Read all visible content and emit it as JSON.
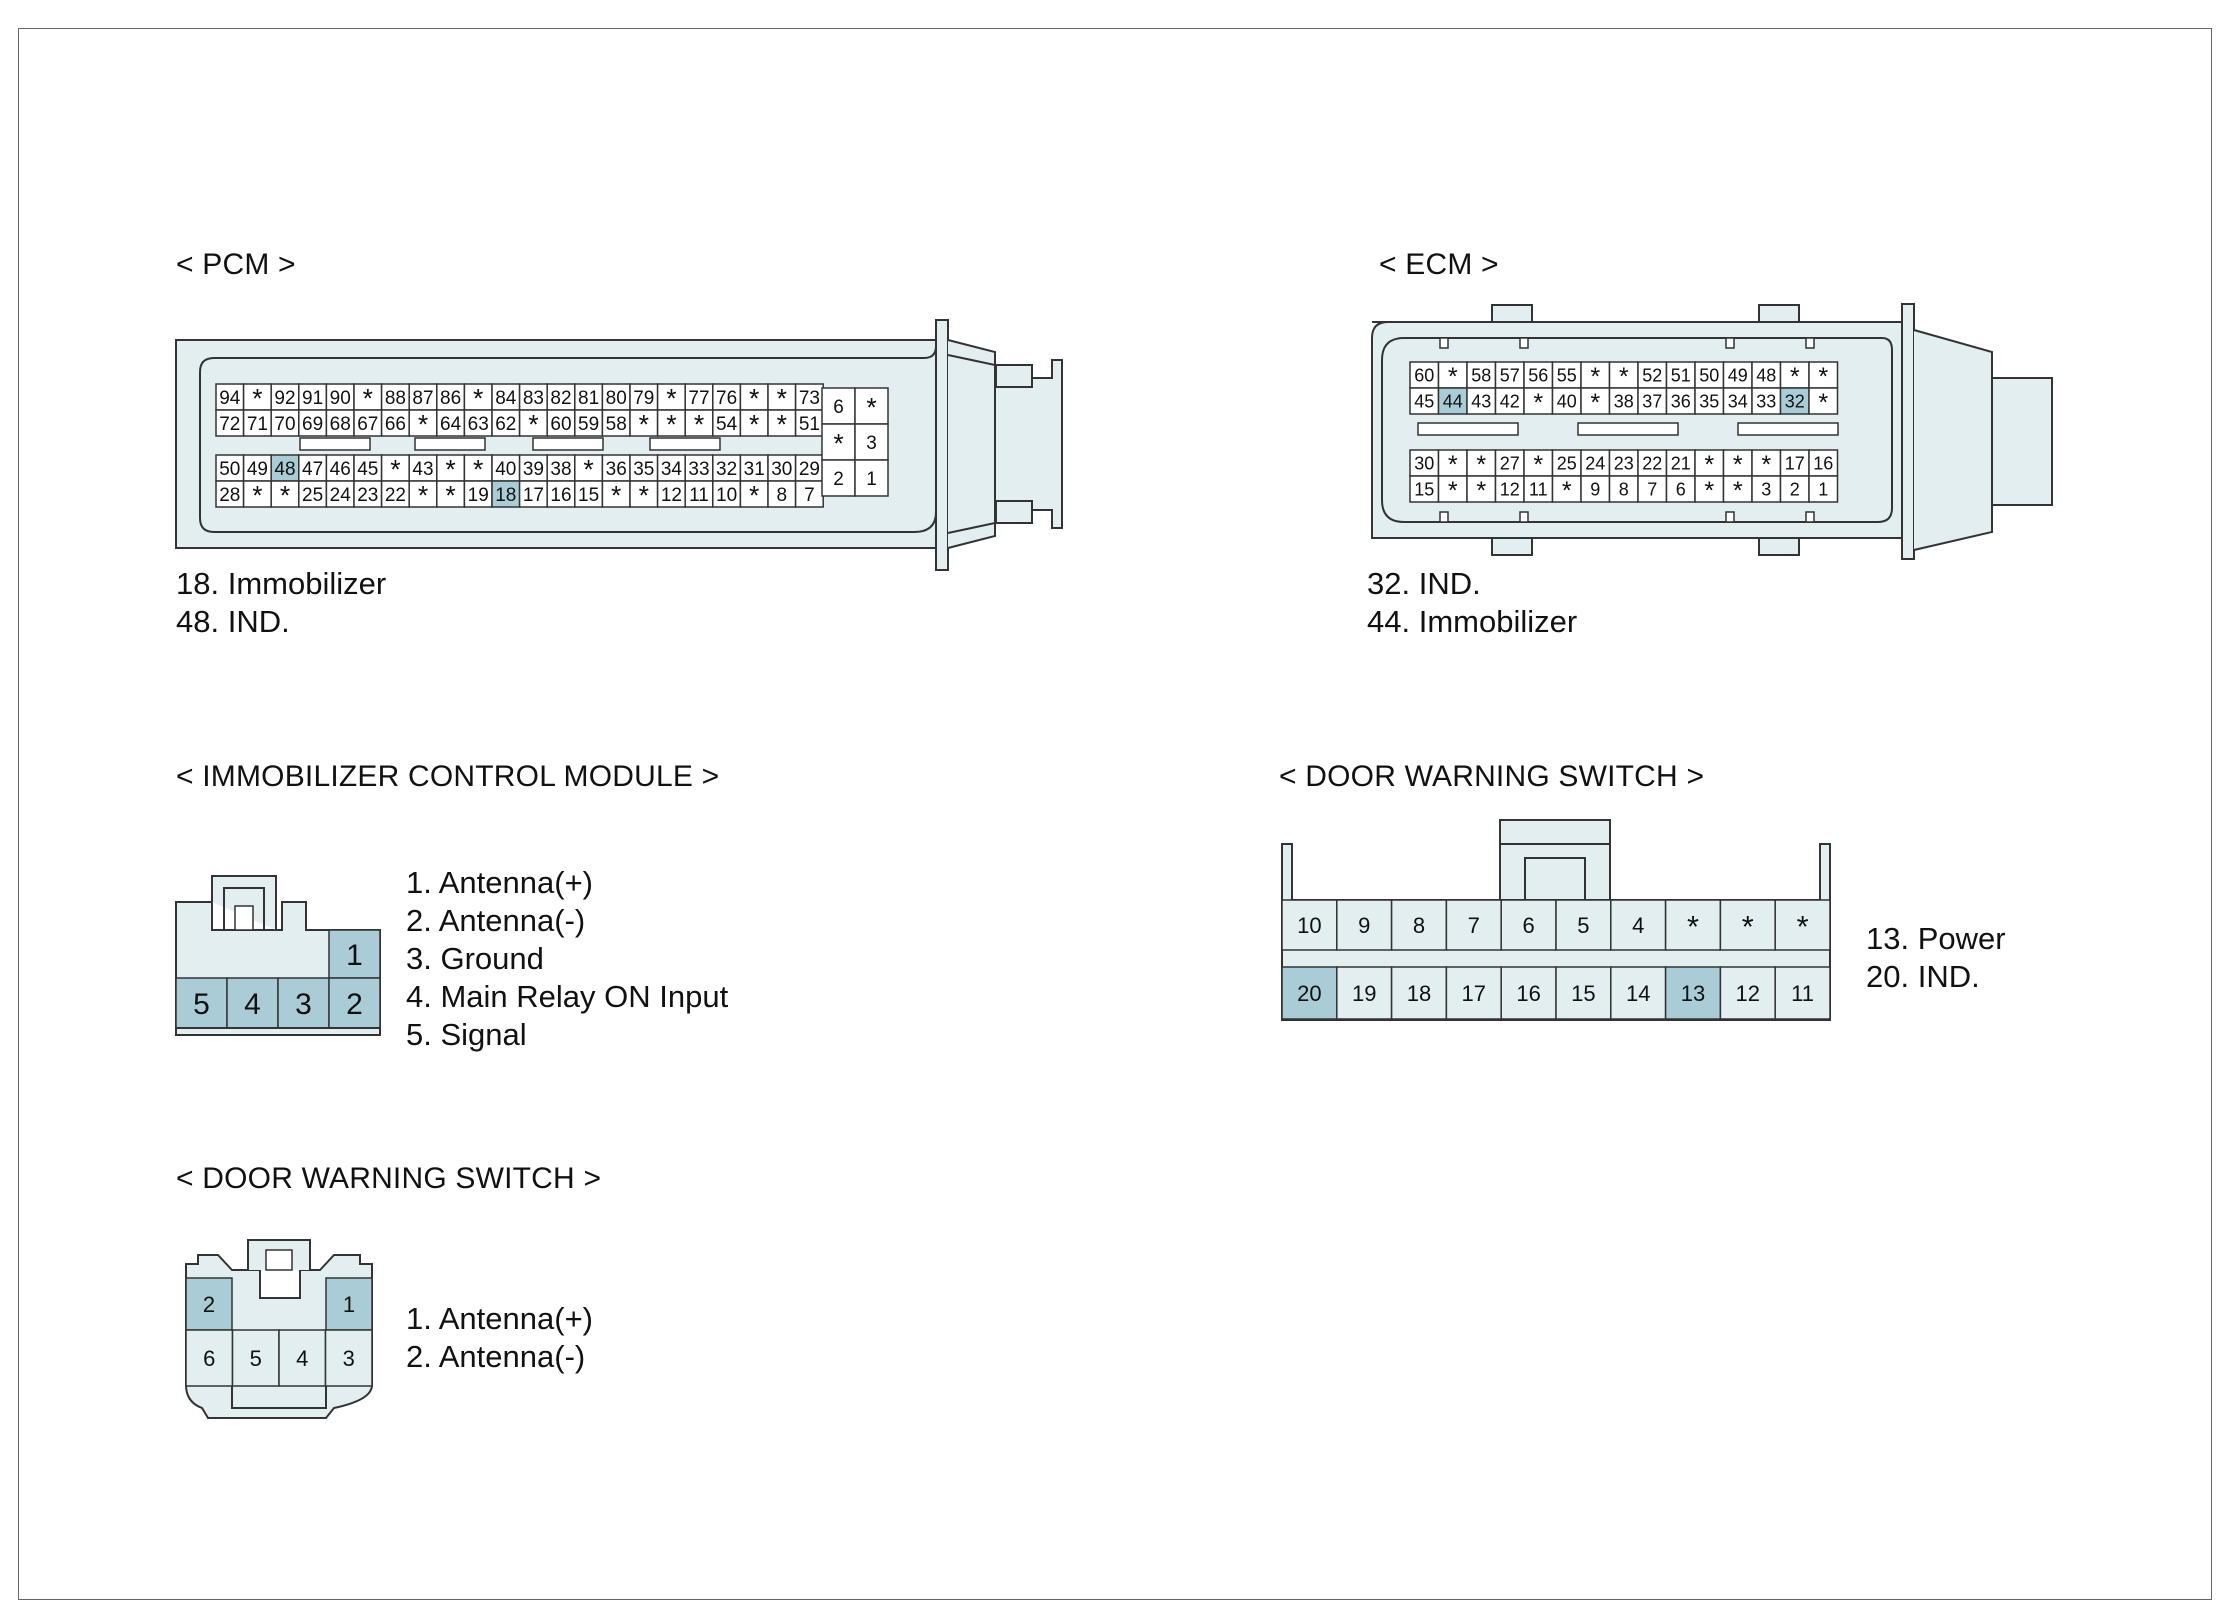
{
  "sections": {
    "pcm": {
      "title": "< PCM >",
      "legend": [
        "18. Immobilizer",
        "48. IND."
      ],
      "rows": [
        [
          "94",
          "*",
          "92",
          "91",
          "90",
          "*",
          "88",
          "87",
          "86",
          "*",
          "84",
          "83",
          "82",
          "81",
          "80",
          "79",
          "*",
          "77",
          "76",
          "*",
          "*",
          "73"
        ],
        [
          "72",
          "71",
          "70",
          "69",
          "68",
          "67",
          "66",
          "*",
          "64",
          "63",
          "62",
          "*",
          "60",
          "59",
          "58",
          "*",
          "*",
          "*",
          "54",
          "*",
          "*",
          "51"
        ],
        [
          "50",
          "49",
          "48",
          "47",
          "46",
          "45",
          "*",
          "43",
          "*",
          "*",
          "40",
          "39",
          "38",
          "*",
          "36",
          "35",
          "34",
          "33",
          "32",
          "31",
          "30",
          "29"
        ],
        [
          "28",
          "*",
          "*",
          "25",
          "24",
          "23",
          "22",
          "*",
          "*",
          "19",
          "18",
          "17",
          "16",
          "15",
          "*",
          "*",
          "12",
          "11",
          "10",
          "*",
          "8",
          "7"
        ]
      ],
      "small_block": [
        [
          "6",
          "*"
        ],
        [
          "*",
          "3"
        ],
        [
          "2",
          "1"
        ]
      ],
      "highlight": [
        "48",
        "18"
      ]
    },
    "ecm": {
      "title": "< ECM >",
      "legend": [
        "32. IND.",
        "44. Immobilizer"
      ],
      "rows": [
        [
          "60",
          "*",
          "58",
          "57",
          "56",
          "55",
          "*",
          "*",
          "52",
          "51",
          "50",
          "49",
          "48",
          "*",
          "*"
        ],
        [
          "45",
          "44",
          "43",
          "42",
          "*",
          "40",
          "*",
          "38",
          "37",
          "36",
          "35",
          "34",
          "33",
          "32",
          "*"
        ],
        [
          "30",
          "*",
          "*",
          "27",
          "*",
          "25",
          "24",
          "23",
          "22",
          "21",
          "*",
          "*",
          "*",
          "17",
          "16"
        ],
        [
          "15",
          "*",
          "*",
          "12",
          "11",
          "*",
          "9",
          "8",
          "7",
          "6",
          "*",
          "*",
          "3",
          "2",
          "1"
        ]
      ],
      "highlight": [
        "44",
        "32"
      ]
    },
    "immo": {
      "title": "< IMMOBILIZER CONTROL MODULE >",
      "legend": [
        "1. Antenna(+)",
        "2. Antenna(-)",
        "3. Ground",
        "4. Main Relay ON Input",
        "5. Signal"
      ],
      "top_row": [
        "1"
      ],
      "bottom_row": [
        "5",
        "4",
        "3",
        "2"
      ]
    },
    "door_large": {
      "title": "< DOOR WARNING SWITCH >",
      "legend": [
        "13. Power",
        "20. IND."
      ],
      "top_row": [
        "10",
        "9",
        "8",
        "7",
        "6",
        "5",
        "4",
        "*",
        "*",
        "*"
      ],
      "bottom_row": [
        "20",
        "19",
        "18",
        "17",
        "16",
        "15",
        "14",
        "13",
        "12",
        "11"
      ],
      "highlight": [
        "20",
        "13"
      ]
    },
    "door_small": {
      "title": "< DOOR WARNING SWITCH >",
      "legend": [
        "1. Antenna(+)",
        "2. Antenna(-)"
      ],
      "top_row": [
        "2",
        "1"
      ],
      "bottom_row": [
        "6",
        "5",
        "4",
        "3"
      ]
    }
  },
  "colors": {
    "highlight": "#a9ccd6",
    "body": "#e2eef0",
    "stroke": "#333333"
  }
}
